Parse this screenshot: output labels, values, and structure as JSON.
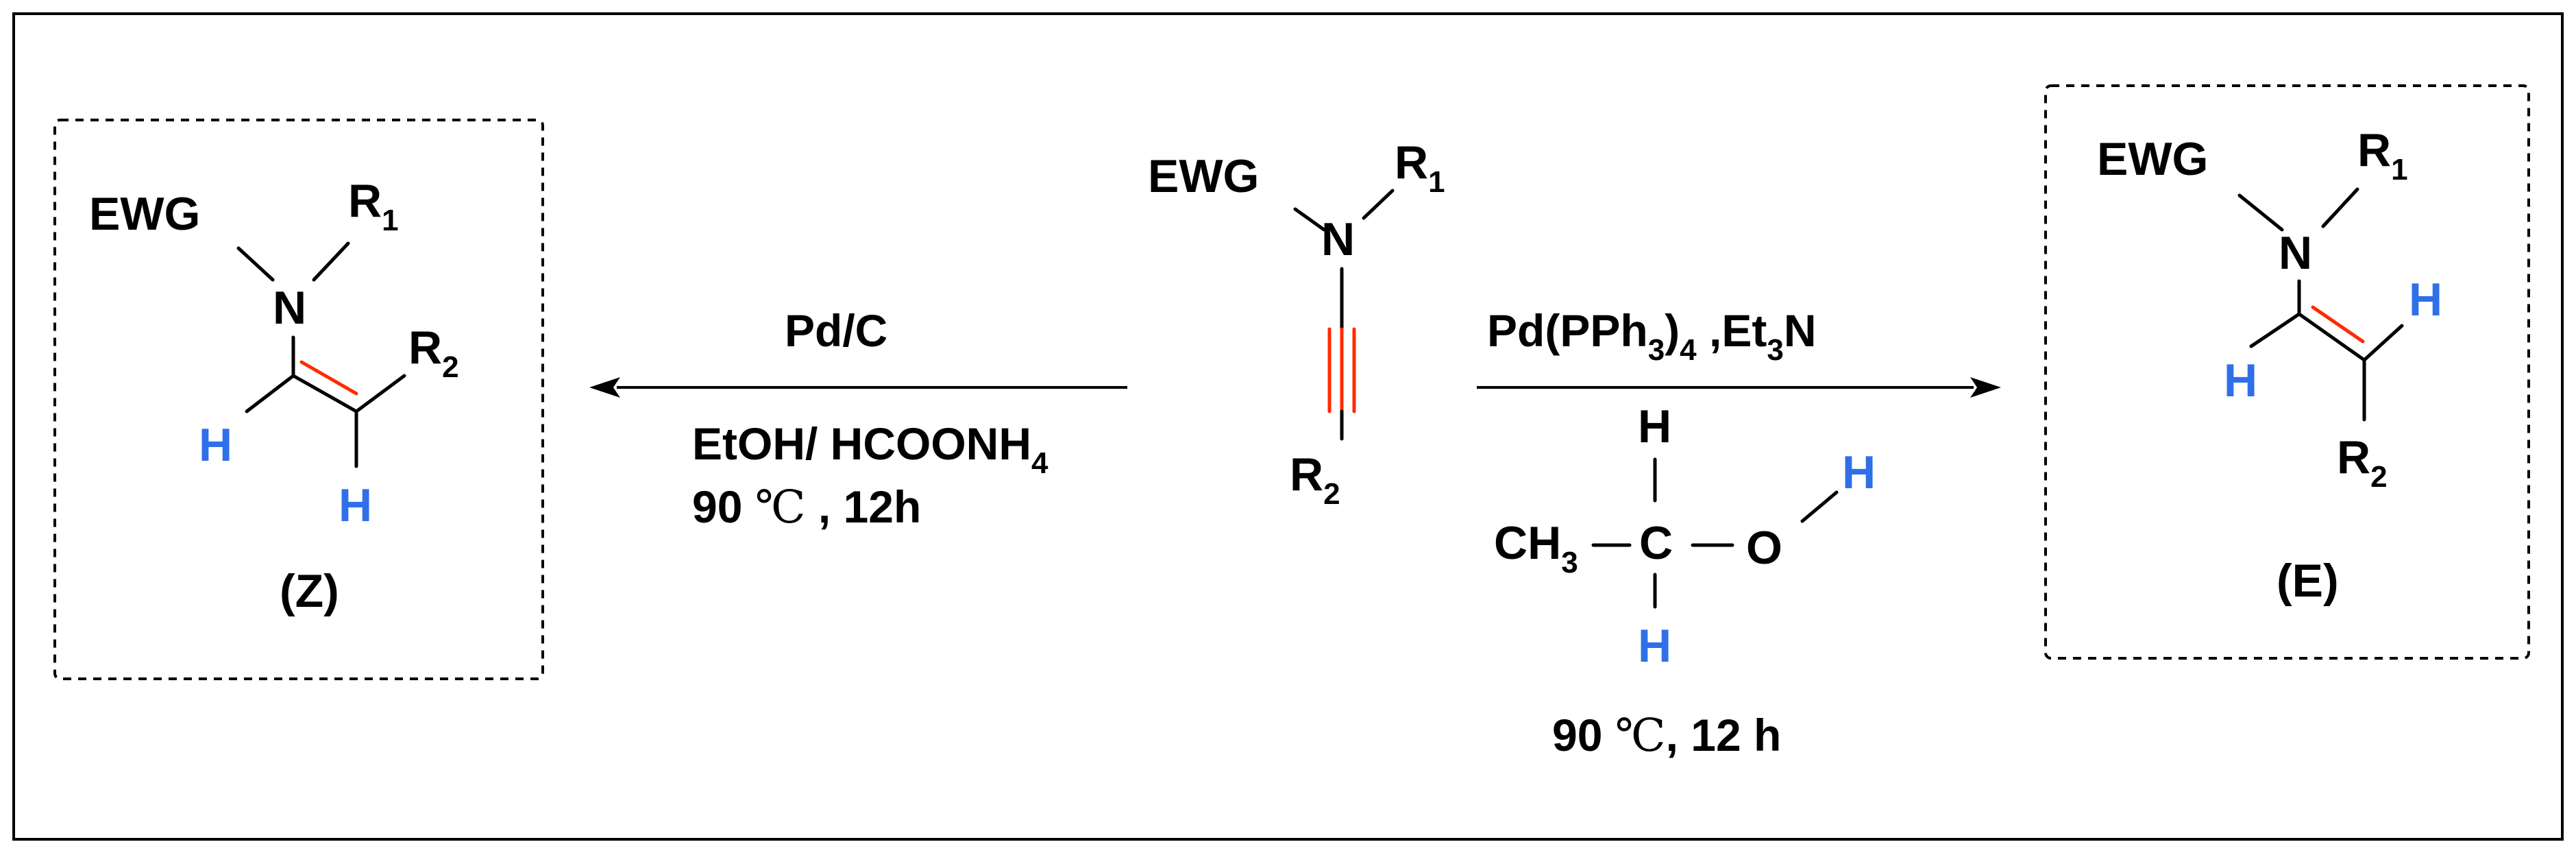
{
  "colors": {
    "hydrogen_label": "#2f6fe8",
    "highlight_bond": "#ff2a00",
    "ink": "#000000"
  },
  "left_product": {
    "ewg": "EWG",
    "n": "N",
    "r1": "R",
    "r1_sub": "1",
    "r2": "R",
    "r2_sub": "2",
    "h1": "H",
    "h2": "H",
    "label": "(Z)"
  },
  "left_conditions": {
    "above": "Pd/C",
    "below_line1_main": "EtOH/ HCOONH",
    "below_line1_sub": "4",
    "below_line2_num": "90 ",
    "below_line2_deg": "℃",
    "below_line2_rest": " , 12h"
  },
  "starting_material": {
    "ewg": "EWG",
    "n": "N",
    "r1": "R",
    "r1_sub": "1",
    "r2": "R",
    "r2_sub": "2"
  },
  "right_conditions": {
    "above_pd": "Pd(PPh",
    "above_sub3": "3",
    "above_mid": ")",
    "above_sub4": "4",
    "above_et": " ,Et",
    "above_sub_et": "3",
    "above_n": "N",
    "ethanol": {
      "ch": "CH",
      "ch_sub": "3",
      "c": "C",
      "o": "O",
      "h_top": "H",
      "h_bottom": "H",
      "h_oh": "H"
    },
    "temp_num": "90 ",
    "temp_deg": "℃",
    "temp_rest": ", 12 h"
  },
  "right_product": {
    "ewg": "EWG",
    "n": "N",
    "r1": "R",
    "r1_sub": "1",
    "r2": "R",
    "r2_sub": "2",
    "h1": "H",
    "h2": "H",
    "label": "(E)"
  }
}
